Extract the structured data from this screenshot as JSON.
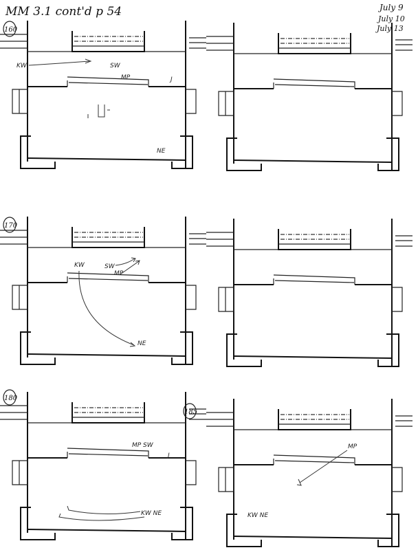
{
  "header": {
    "title": "MM 3.1 cont'd p 54",
    "dates": [
      "July 9",
      "July 10",
      "July 13"
    ]
  },
  "panels": [
    {
      "id": "160",
      "annotations": [
        "KW",
        "SW",
        "MP",
        "J",
        "NE"
      ]
    },
    {
      "id": "",
      "annotations": []
    },
    {
      "id": "170",
      "annotations": [
        "KW",
        "SW",
        "MP",
        "NE"
      ]
    },
    {
      "id": "",
      "annotations": []
    },
    {
      "id": "180",
      "annotations": [
        "MP SW",
        "J",
        "KW NE"
      ]
    },
    {
      "id": "185",
      "annotations": [
        "MP",
        "KW NE"
      ]
    }
  ]
}
